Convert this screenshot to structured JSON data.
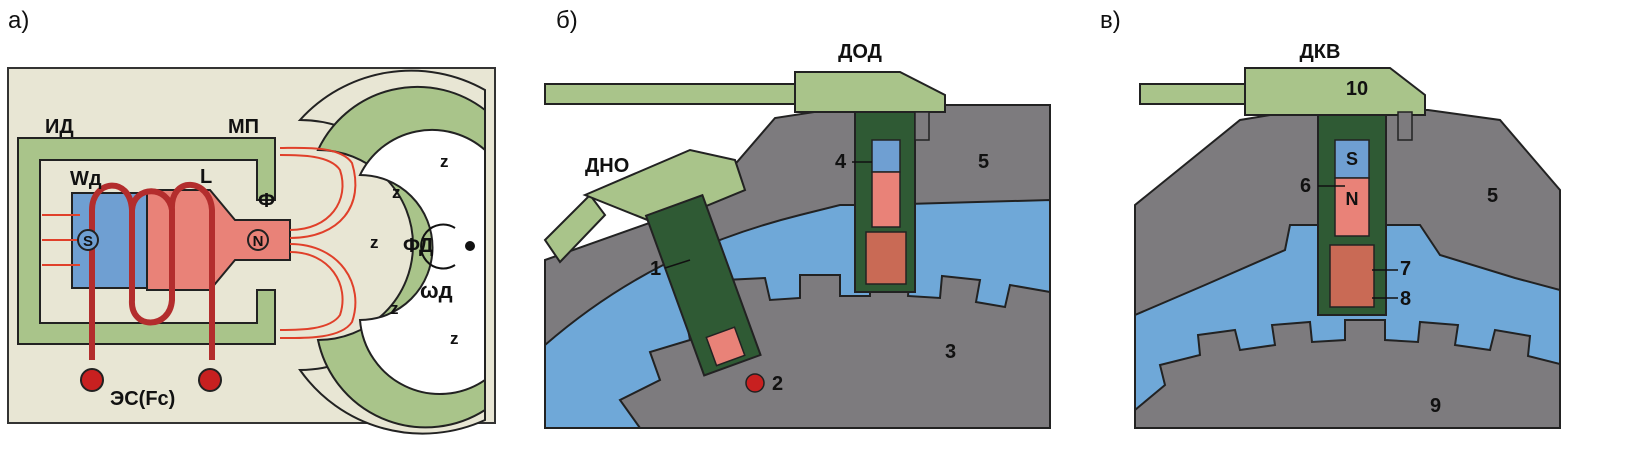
{
  "panels": {
    "a": {
      "letter": "а)",
      "labels": {
        "id": "ИД",
        "mp": "МП",
        "wd": "Wд",
        "l": "L",
        "s": "S",
        "n": "N",
        "phi": "Ф",
        "phid": "ФД",
        "omega": "ωд",
        "es": "ЭС(Fc)",
        "z": "z"
      }
    },
    "b": {
      "letter": "б)",
      "labels": {
        "dod": "ДОД",
        "dno": "ДНО",
        "n1": "1",
        "n2": "2",
        "n3": "3",
        "n4": "4",
        "n5": "5"
      }
    },
    "c": {
      "letter": "в)",
      "labels": {
        "dkv": "ДКВ",
        "n10": "10",
        "n5": "5",
        "n6": "6",
        "n7": "7",
        "n8": "8",
        "n9": "9",
        "s": "S",
        "n": "N"
      }
    }
  },
  "colors": {
    "green_light": "#a9c48a",
    "green_dark": "#2f5a34",
    "gray": "#7d7b7e",
    "blue": "#6fa8d8",
    "coil_red": "#b32d2d",
    "magnet_pink": "#e98278",
    "magnet_blue": "#6f9fd2",
    "flux": "#e0402a"
  }
}
